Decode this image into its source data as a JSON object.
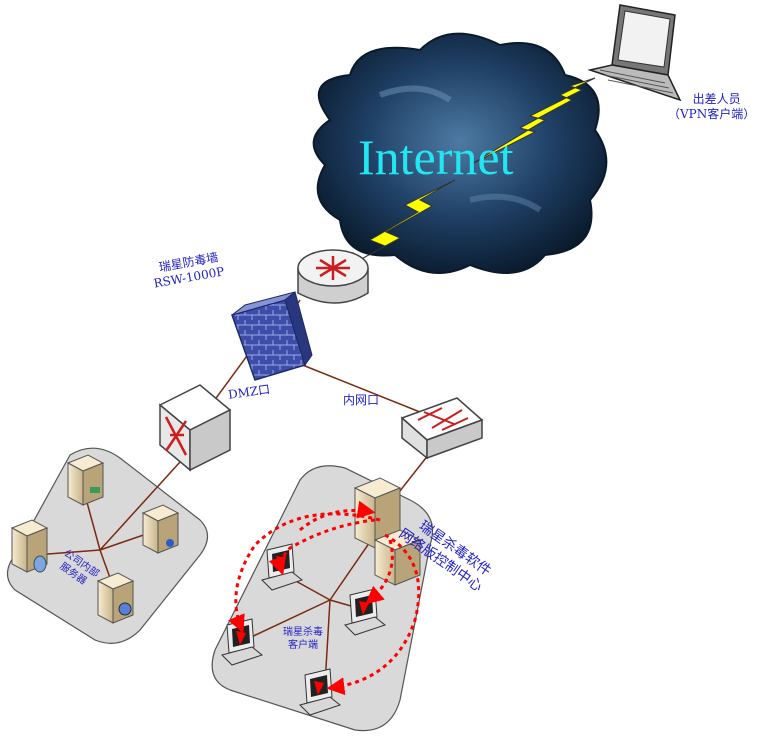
{
  "cloud": {
    "label": "Internet"
  },
  "labels": {
    "traveler_line1": "出差人员",
    "traveler_line2": "（VPN客户端）",
    "firewall_line1": "瑞星防毒墙",
    "firewall_line2": "RSW-1000P",
    "dmz_port": "DMZ口",
    "lan_port": "内网口",
    "servers_line1": "公司内部",
    "servers_line2": "服务器",
    "center_line1": "瑞星杀毒软件",
    "center_line2": "网络版控制中心",
    "clients_line1": "瑞星杀毒",
    "clients_line2": "客户端"
  },
  "colors": {
    "link": "#7a2a12",
    "lightning": "#ffff00",
    "dashed_loop": "#ff0000",
    "zone_fill": "#d9d9d9",
    "label_text": "#1f1fc8",
    "cloud_text": "#22e6f2"
  },
  "icons": [
    "laptop-icon",
    "cloud-icon",
    "router-icon",
    "firewall-icon",
    "switch-icon",
    "server-icon",
    "workstation-icon"
  ]
}
